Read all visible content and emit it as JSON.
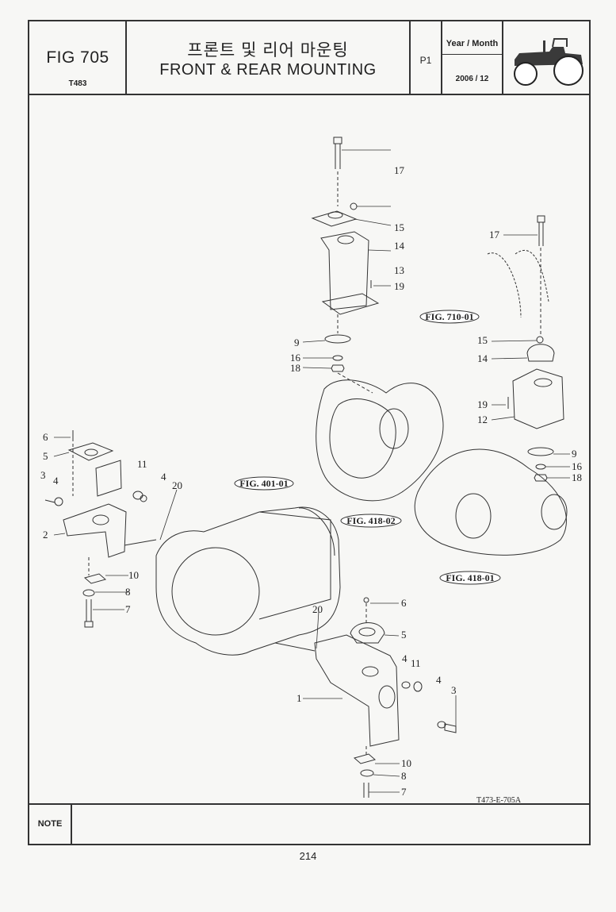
{
  "header": {
    "fig_number": "FIG 705",
    "model": "T483",
    "title_korean": "프론트 및 리어 마운팅",
    "title_english": "FRONT & REAR MOUNTING",
    "page_ref": "P1",
    "year_month_label": "Year / Month",
    "year_month_value": "2006 / 12"
  },
  "callouts": {
    "c17a": "17",
    "c15a": "15",
    "c14a": "14",
    "c13": "13",
    "c19a": "19",
    "c9a": "9",
    "c16a": "16",
    "c18a": "18",
    "c17b": "17",
    "c15b": "15",
    "c14b": "14",
    "c19b": "19",
    "c12": "12",
    "c9b": "9",
    "c16b": "16",
    "c18b": "18",
    "c6a": "6",
    "c5a": "5",
    "c3a": "3",
    "c4a": "4",
    "c11a": "11",
    "c4b": "4",
    "c20a": "20",
    "c2": "2",
    "c10a": "10",
    "c8a": "8",
    "c7a": "7",
    "c20b": "20",
    "c6b": "6",
    "c5b": "5",
    "c4c": "4",
    "c11b": "11",
    "c4d": "4",
    "c3b": "3",
    "c1": "1",
    "c10b": "10",
    "c8b": "8",
    "c7b": "7"
  },
  "fig_refs": {
    "ref_710": "FIG. 710-01",
    "ref_401": "FIG. 401-01",
    "ref_418_02": "FIG. 418-02",
    "ref_418_01": "FIG. 418-01"
  },
  "drawing_code": "T473-E-705A",
  "note_label": "NOTE",
  "page_number": "214"
}
